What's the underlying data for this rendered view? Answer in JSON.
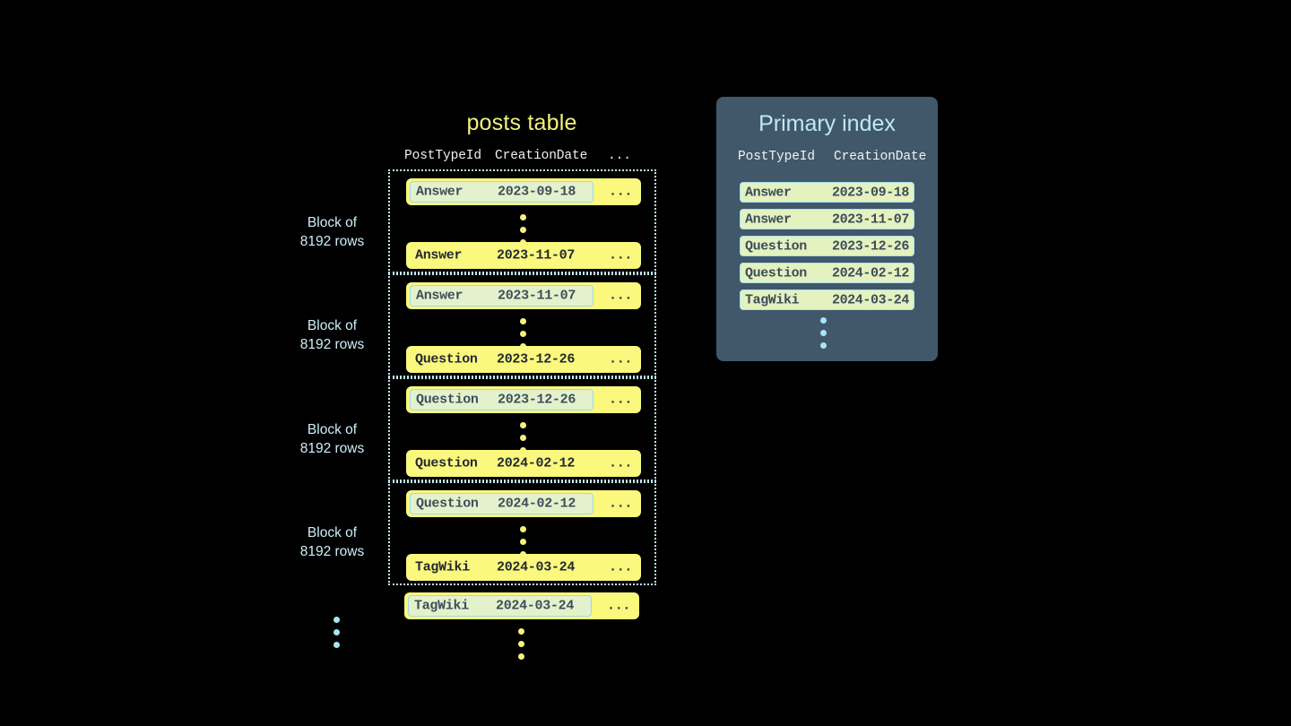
{
  "diagram": {
    "background_color": "#000000",
    "accent_yellow": "#fbf87e",
    "accent_blue": "#bfe8f2",
    "highlight_green": "#e3f2cc",
    "panel_slate": "#41576a"
  },
  "posts_table": {
    "title": "posts table",
    "columns": {
      "posttypeid": "PostTypeId",
      "creationdate": "CreationDate",
      "more": "..."
    },
    "row_ellipsis": "...",
    "block_label": "Block of\n8192 rows",
    "block_label_line1": "Block of",
    "block_label_line2": "8192 rows",
    "blocks": [
      {
        "label_line1": "Block of",
        "label_line2": "8192 rows",
        "first_row": {
          "posttypeid": "Answer",
          "creationdate": "2023-09-18",
          "more": "...",
          "highlighted": true
        },
        "last_row": {
          "posttypeid": "Answer",
          "creationdate": "2023-11-07",
          "more": "...",
          "highlighted": false
        }
      },
      {
        "label_line1": "Block of",
        "label_line2": "8192 rows",
        "first_row": {
          "posttypeid": "Answer",
          "creationdate": "2023-11-07",
          "more": "...",
          "highlighted": true
        },
        "last_row": {
          "posttypeid": "Question",
          "creationdate": "2023-12-26",
          "more": "...",
          "highlighted": false
        }
      },
      {
        "label_line1": "Block of",
        "label_line2": "8192 rows",
        "first_row": {
          "posttypeid": "Question",
          "creationdate": "2023-12-26",
          "more": "...",
          "highlighted": true
        },
        "last_row": {
          "posttypeid": "Question",
          "creationdate": "2024-02-12",
          "more": "...",
          "highlighted": false
        }
      },
      {
        "label_line1": "Block of",
        "label_line2": "8192 rows",
        "first_row": {
          "posttypeid": "Question",
          "creationdate": "2024-02-12",
          "more": "...",
          "highlighted": true
        },
        "last_row": {
          "posttypeid": "TagWiki",
          "creationdate": "2024-03-24",
          "more": "...",
          "highlighted": false
        }
      }
    ],
    "trailing_row": {
      "posttypeid": "TagWiki",
      "creationdate": "2024-03-24",
      "more": "...",
      "highlighted": true
    }
  },
  "primary_index": {
    "title": "Primary index",
    "columns": {
      "posttypeid": "PostTypeId",
      "creationdate": "CreationDate"
    },
    "entries": [
      {
        "posttypeid": "Answer",
        "creationdate": "2023-09-18"
      },
      {
        "posttypeid": "Answer",
        "creationdate": "2023-11-07"
      },
      {
        "posttypeid": "Question",
        "creationdate": "2023-12-26"
      },
      {
        "posttypeid": "Question",
        "creationdate": "2024-02-12"
      },
      {
        "posttypeid": "TagWiki",
        "creationdate": "2024-03-24"
      }
    ]
  }
}
